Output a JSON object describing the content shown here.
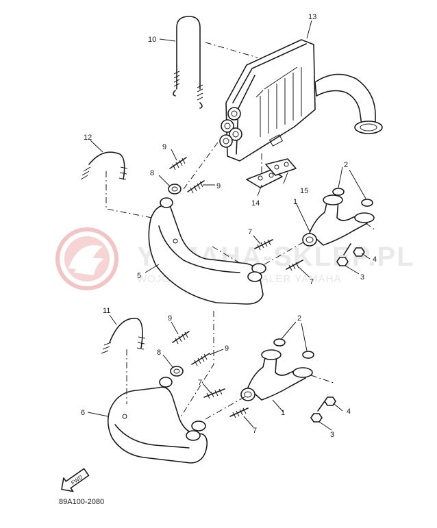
{
  "watermark": {
    "brand": "YAMAHA-SKLEP.PL",
    "sub": "WOJCIECHOWICZ - DEALER YAMAHA"
  },
  "callouts": {
    "c13": "13",
    "c10": "10",
    "c12": "12",
    "c9a": "9",
    "c8a": "8",
    "c9b": "9",
    "c2a": "2",
    "c1a": "1",
    "c15": "15",
    "c14": "14",
    "c7a": "7",
    "c7b": "7",
    "c4a": "4",
    "c3a": "3",
    "c5": "5",
    "c11": "11",
    "c9c": "9",
    "c8b": "8",
    "c9d": "9",
    "c2b": "2",
    "c7c": "7",
    "c1b": "1",
    "c4b": "4",
    "c7d": "7",
    "c6": "6",
    "c3b": "3"
  },
  "fwd_label": "FWD",
  "diagram_code": "89A100-2080"
}
